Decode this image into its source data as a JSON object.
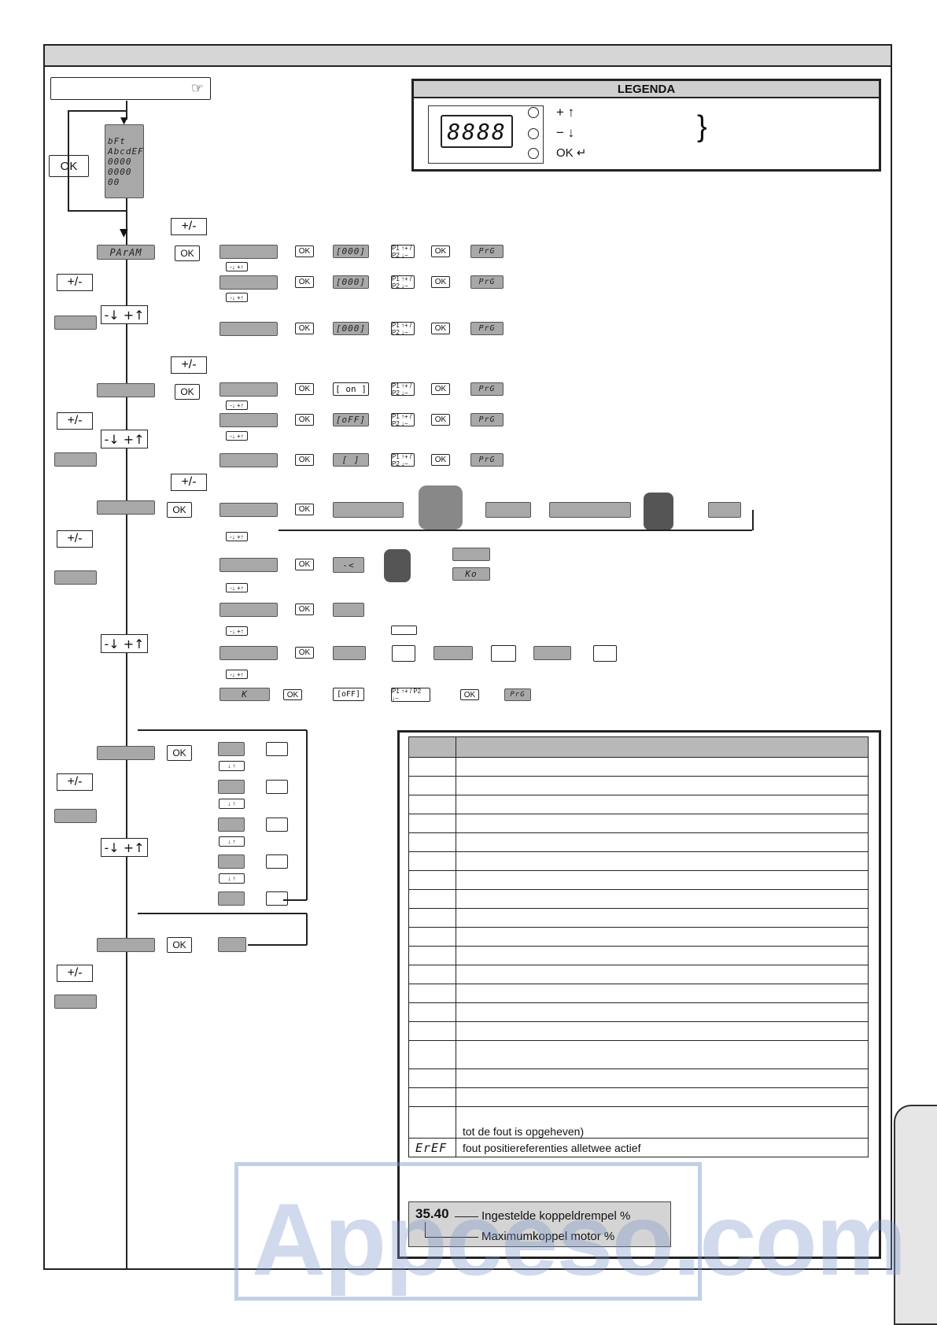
{
  "legenda": {
    "title": "LEGENDA",
    "display_value": "8888",
    "keys": [
      "+",
      "−",
      "OK"
    ]
  },
  "startup_display": {
    "lines": [
      "bFt",
      "AbcdEF",
      "0000",
      "0000",
      "00"
    ]
  },
  "buttons": {
    "ok": "OK",
    "plus_minus": "+/-",
    "down_up": "-↓ +↑",
    "up_down_small": "↓ ↑"
  },
  "menus": {
    "param_label": "PArAM",
    "value_000": "[000]",
    "value_on": "[ on ]",
    "value_off": "[oFF]",
    "value_blank": "[     ]",
    "prg": "PrG",
    "plus_minus_keys": "P1 ↑+ / P2 ↓−",
    "radio_step": "-<",
    "radio_ko": "Ko",
    "radio_k": "K",
    "radio_off": "[oFF]"
  },
  "error_table": {
    "rows": [
      {
        "code": "",
        "desc": ""
      },
      {
        "code": "",
        "desc": ""
      },
      {
        "code": "",
        "desc": ""
      },
      {
        "code": "",
        "desc": ""
      },
      {
        "code": "",
        "desc": ""
      },
      {
        "code": "",
        "desc": ""
      },
      {
        "code": "",
        "desc": ""
      },
      {
        "code": "",
        "desc": ""
      },
      {
        "code": "",
        "desc": ""
      },
      {
        "code": "",
        "desc": ""
      },
      {
        "code": "",
        "desc": ""
      },
      {
        "code": "",
        "desc": ""
      },
      {
        "code": "",
        "desc": ""
      },
      {
        "code": "",
        "desc": ""
      },
      {
        "code": "",
        "desc": ""
      },
      {
        "code": "",
        "desc": ""
      },
      {
        "code": "",
        "desc": ""
      },
      {
        "code": "",
        "desc": ""
      },
      {
        "code": "",
        "desc": "tot de fout is opgeheven)"
      },
      {
        "code": "ErEF",
        "desc": "fout positiereferenties alletwee actief"
      }
    ]
  },
  "torque_box": {
    "value": "35.40",
    "set_threshold": "Ingestelde koppeldrempel %",
    "max_torque": "Maximumkoppel motor %"
  },
  "watermark": "Appceso.com"
}
